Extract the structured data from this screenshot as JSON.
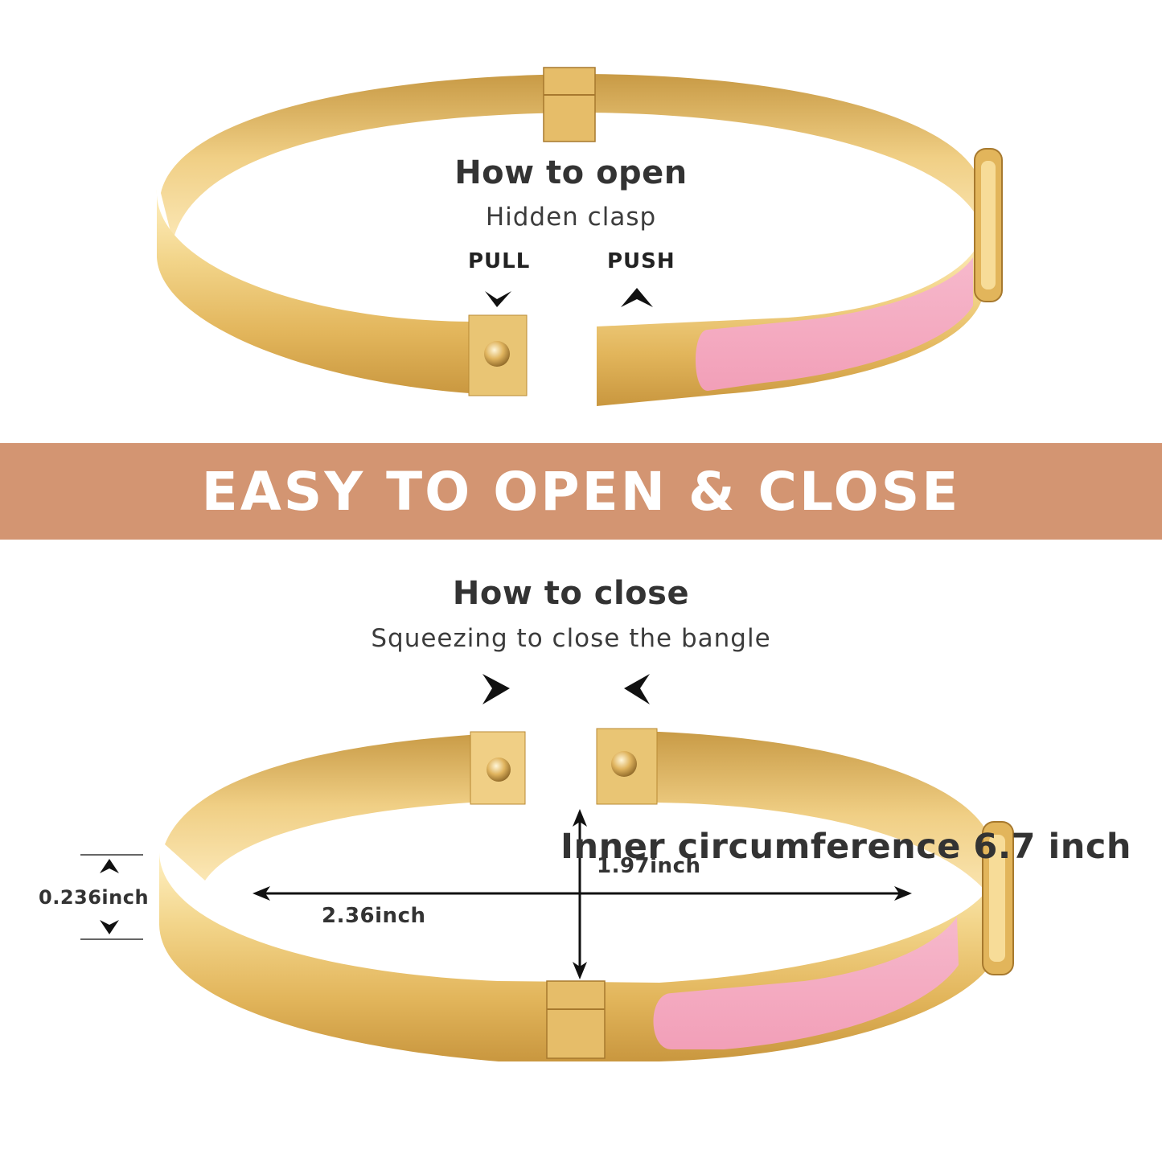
{
  "open_section": {
    "title": "How to open",
    "subtitle": "Hidden clasp",
    "pull_label": "PULL",
    "push_label": "PUSH"
  },
  "banner": {
    "text": "EASY TO OPEN & CLOSE",
    "color": "#d39572"
  },
  "close_section": {
    "title": "How to close",
    "subtitle": "Squeezing to close the bangle"
  },
  "dimensions": {
    "width_label": "0.236inch",
    "diameter_label": "2.36inch",
    "height_label": "1.97inch",
    "circumference_label": "Inner circumference 6.7 inch"
  },
  "colors": {
    "gold_light": "#f6dc9a",
    "gold_mid": "#e3b85e",
    "gold_dark": "#b98a35",
    "enamel_pink": "#f5a9c0"
  }
}
